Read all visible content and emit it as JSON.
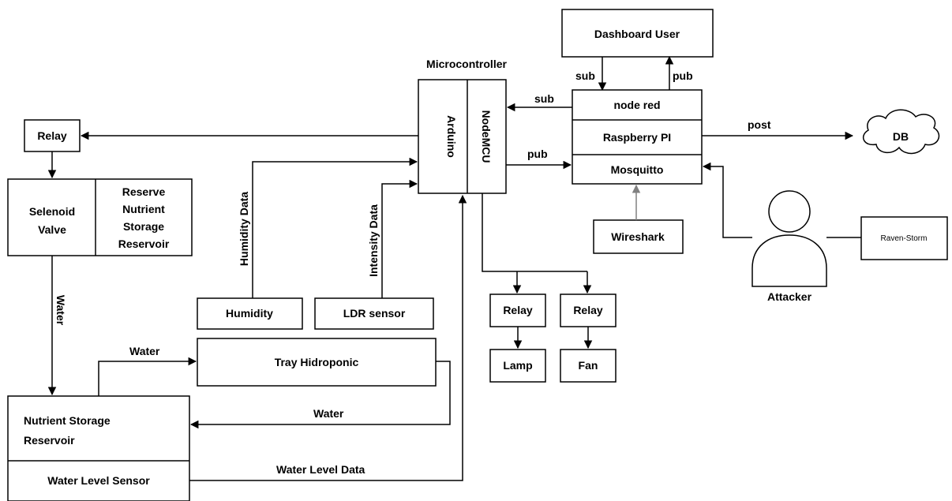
{
  "dashboard_user": "Dashboard User",
  "microcontroller": "Microcontroller",
  "arduino": "Arduino",
  "nodemcu": "NodeMCU",
  "node_red": "node red",
  "raspberry_pi": "Raspberry PI",
  "mosquitto": "Mosquitto",
  "db": "DB",
  "relay": "Relay",
  "selenoid_valve": [
    "Selenoid",
    "Valve"
  ],
  "reserve_reservoir": [
    "Reserve",
    "Nutrient",
    "Storage",
    "Reservoir"
  ],
  "humidity": "Humidity",
  "ldr_sensor": "LDR sensor",
  "tray": "Tray Hidroponic",
  "nutrient_reservoir": [
    "Nutrient Storage",
    "Reservoir"
  ],
  "water_level_sensor": "Water Level Sensor",
  "wireshark": "Wireshark",
  "attacker": "Attacker",
  "raven_storm": "Raven-Storm",
  "lamp": "Lamp",
  "fan": "Fan",
  "labels": {
    "sub": "sub",
    "pub": "pub",
    "post": "post",
    "water": "Water",
    "humidity_data": "Humidity Data",
    "intensity_data": "Intensity Data",
    "water_level_data": "Water Level Data"
  }
}
